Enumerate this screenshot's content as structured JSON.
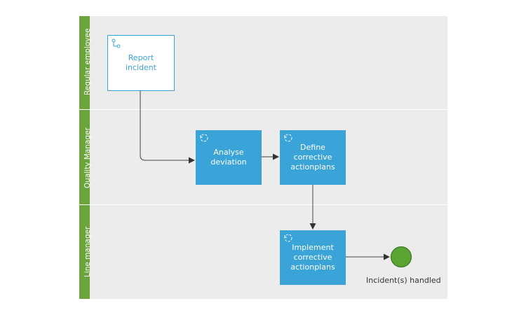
{
  "lanes": [
    {
      "label": "Regular employee"
    },
    {
      "label": "Quality Manager"
    },
    {
      "label": "Line manager"
    }
  ],
  "tasks": {
    "report": {
      "label": "Report incident",
      "icon": "subprocess-icon"
    },
    "analyse": {
      "label": "Analyse deviation",
      "icon": "loop-icon"
    },
    "define": {
      "label": "Define corrective actionplans",
      "icon": "loop-icon"
    },
    "implement": {
      "label": "Implement corrective actionplans",
      "icon": "loop-icon"
    }
  },
  "end_event": {
    "label": "Incident(s) handled"
  },
  "colors": {
    "task_fill": "#3aa3d8",
    "lane_bar": "#6aa43a",
    "lane_bg": "#ececec",
    "end_event": "#5aa531"
  }
}
